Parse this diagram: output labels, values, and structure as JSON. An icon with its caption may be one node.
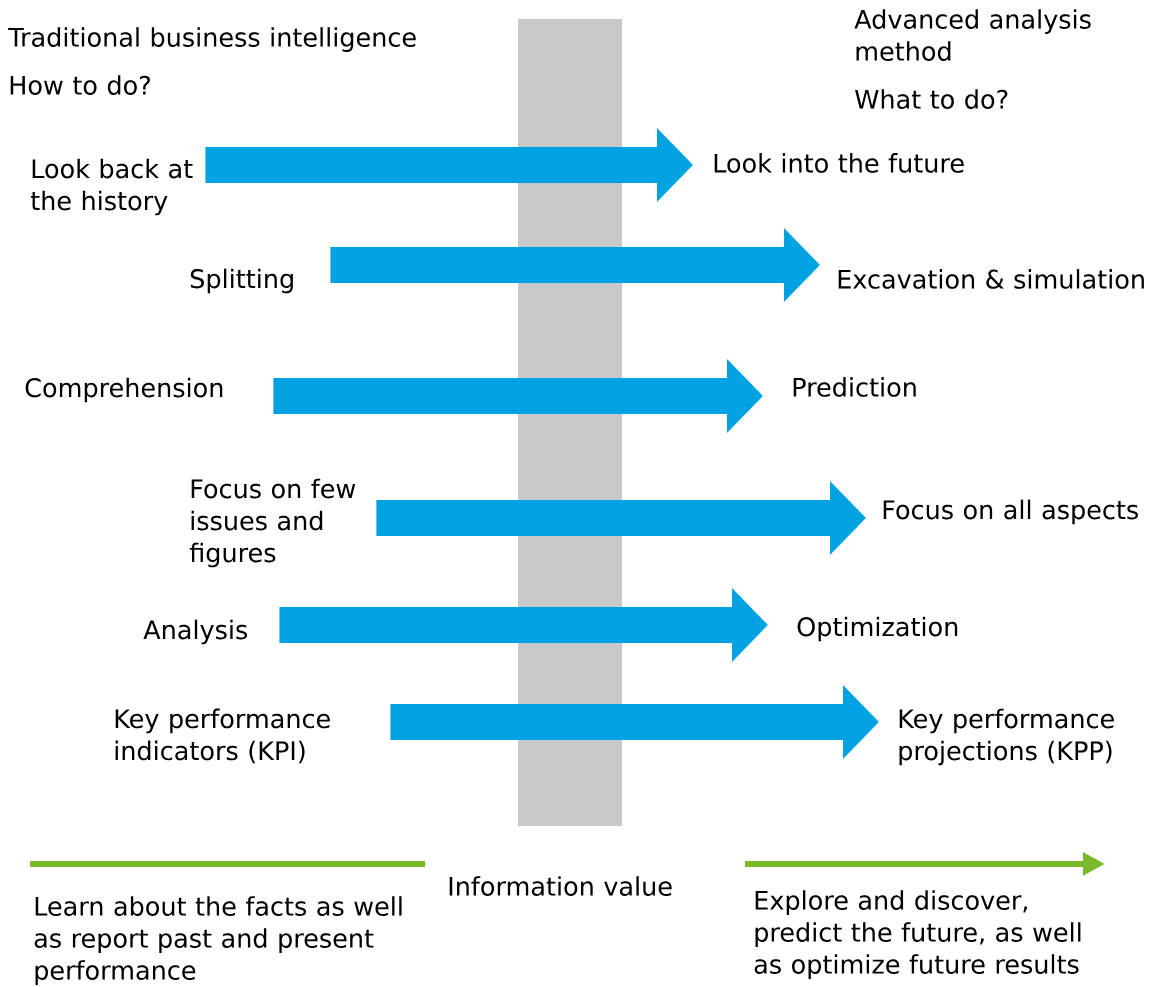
{
  "diagram": {
    "nodes": [
      {
        "text": [
          "Look back at the history"
        ]
      },
      {
        "text": [
          "Look into the future"
        ]
      },
      {
        "text": [
          "Splitting"
        ]
      },
      {
        "text": [
          "Excavation & simulation"
        ]
      },
      {
        "text": [
          "Comprehension"
        ]
      },
      {
        "text": [
          "Prediction"
        ]
      },
      {
        "text": [
          "Focus on few issues and figures"
        ]
      },
      {
        "text": [
          "Focus on all aspects"
        ]
      },
      {
        "text": [
          "Analysis"
        ]
      },
      {
        "text": [
          "Optimization"
        ]
      },
      {
        "text": [
          "Key performance indicators (KPI)"
        ]
      },
      {
        "text": [
          "Key performance projections (KPP)"
        ]
      }
    ],
    "edges": [
      {
        "from": 0,
        "to": 1,
        "arrow": "to"
      },
      {
        "from": 2,
        "to": 3,
        "arrow": "to"
      },
      {
        "from": 4,
        "to": 5,
        "arrow": "to"
      },
      {
        "from": 6,
        "to": 7,
        "arrow": "to"
      },
      {
        "from": 8,
        "to": 9,
        "arrow": "to"
      },
      {
        "from": 10,
        "to": 11,
        "arrow": "to"
      }
    ],
    "labels": [
      "Traditional business intelligence",
      "How to do?",
      "Advanced analysis method",
      "What to do?",
      "Information value",
      "Learn about the facts as well as report past and present performance",
      "Explore and discover, predict the future, as well as optimize future results"
    ]
  }
}
